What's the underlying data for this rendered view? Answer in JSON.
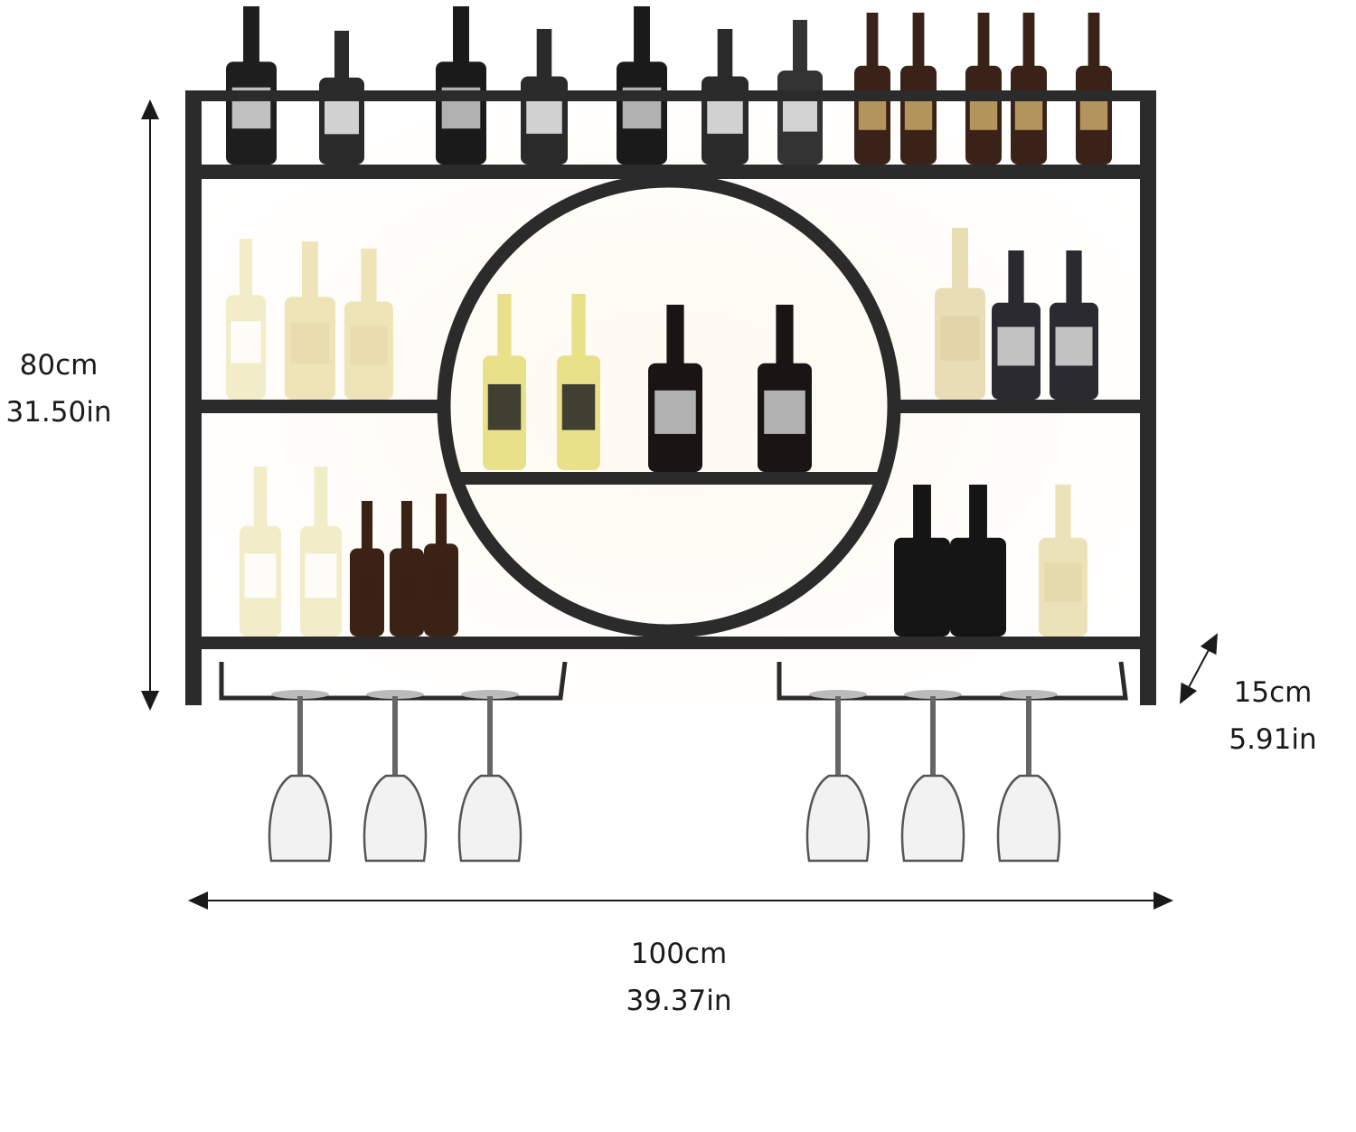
{
  "dimensions": {
    "height": {
      "metric": "80cm",
      "imperial": "31.50in"
    },
    "width": {
      "metric": "100cm",
      "imperial": "39.37in"
    },
    "depth": {
      "metric": "15cm",
      "imperial": "5.91in"
    }
  },
  "colors": {
    "frame": "#2b2b2b",
    "arrow": "#1a1a1a",
    "background": "#ffffff",
    "glow": "#fbf6ea"
  },
  "product": {
    "shelf_tiers": 3,
    "glass_holders": 6
  }
}
